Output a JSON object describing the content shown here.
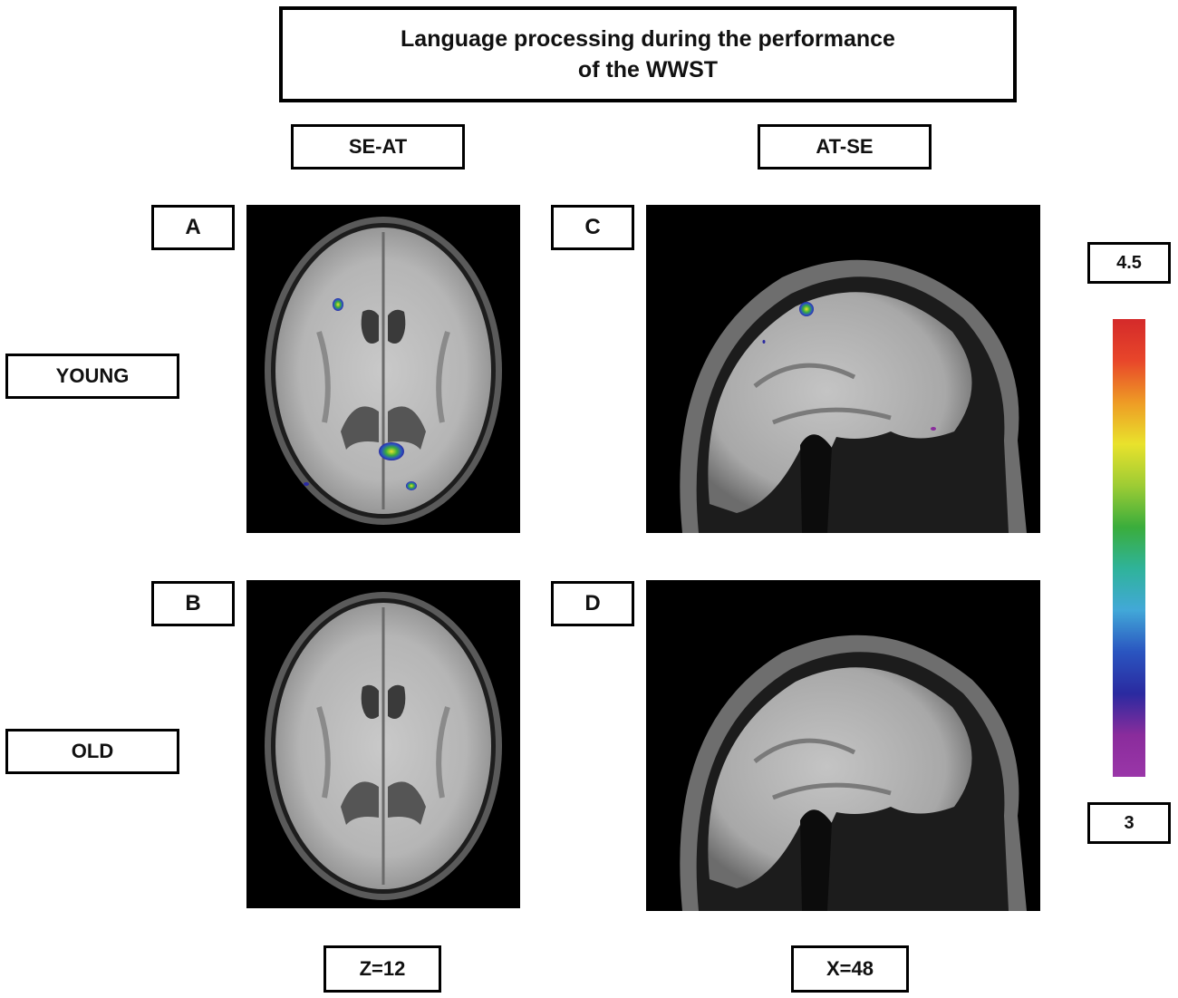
{
  "title": {
    "line1": "Language processing during the performance",
    "line2": "of the WWST"
  },
  "columns": [
    {
      "label": "SE-AT",
      "coordinate": "Z=12"
    },
    {
      "label": "AT-SE",
      "coordinate": "X=48"
    }
  ],
  "rows": [
    {
      "label": "YOUNG"
    },
    {
      "label": "OLD"
    }
  ],
  "panels": [
    {
      "letter": "A",
      "view": "axial",
      "group": "YOUNG",
      "contrast": "SE-AT",
      "has_activation": true
    },
    {
      "letter": "B",
      "view": "axial",
      "group": "OLD",
      "contrast": "SE-AT",
      "has_activation": false
    },
    {
      "letter": "C",
      "view": "sagittal",
      "group": "YOUNG",
      "contrast": "AT-SE",
      "has_activation": true
    },
    {
      "letter": "D",
      "view": "sagittal",
      "group": "OLD",
      "contrast": "AT-SE",
      "has_activation": false
    }
  ],
  "colorbar": {
    "max_label": "4.5",
    "min_label": "3",
    "colors_top_to_bottom": [
      "#d42a2a",
      "#e8462a",
      "#ee9b25",
      "#e9e22c",
      "#9dcc34",
      "#3aad3c",
      "#2fb39a",
      "#42a8d8",
      "#2a55c0",
      "#2a2aa0",
      "#8a2c9c",
      "#9a36a8"
    ]
  }
}
